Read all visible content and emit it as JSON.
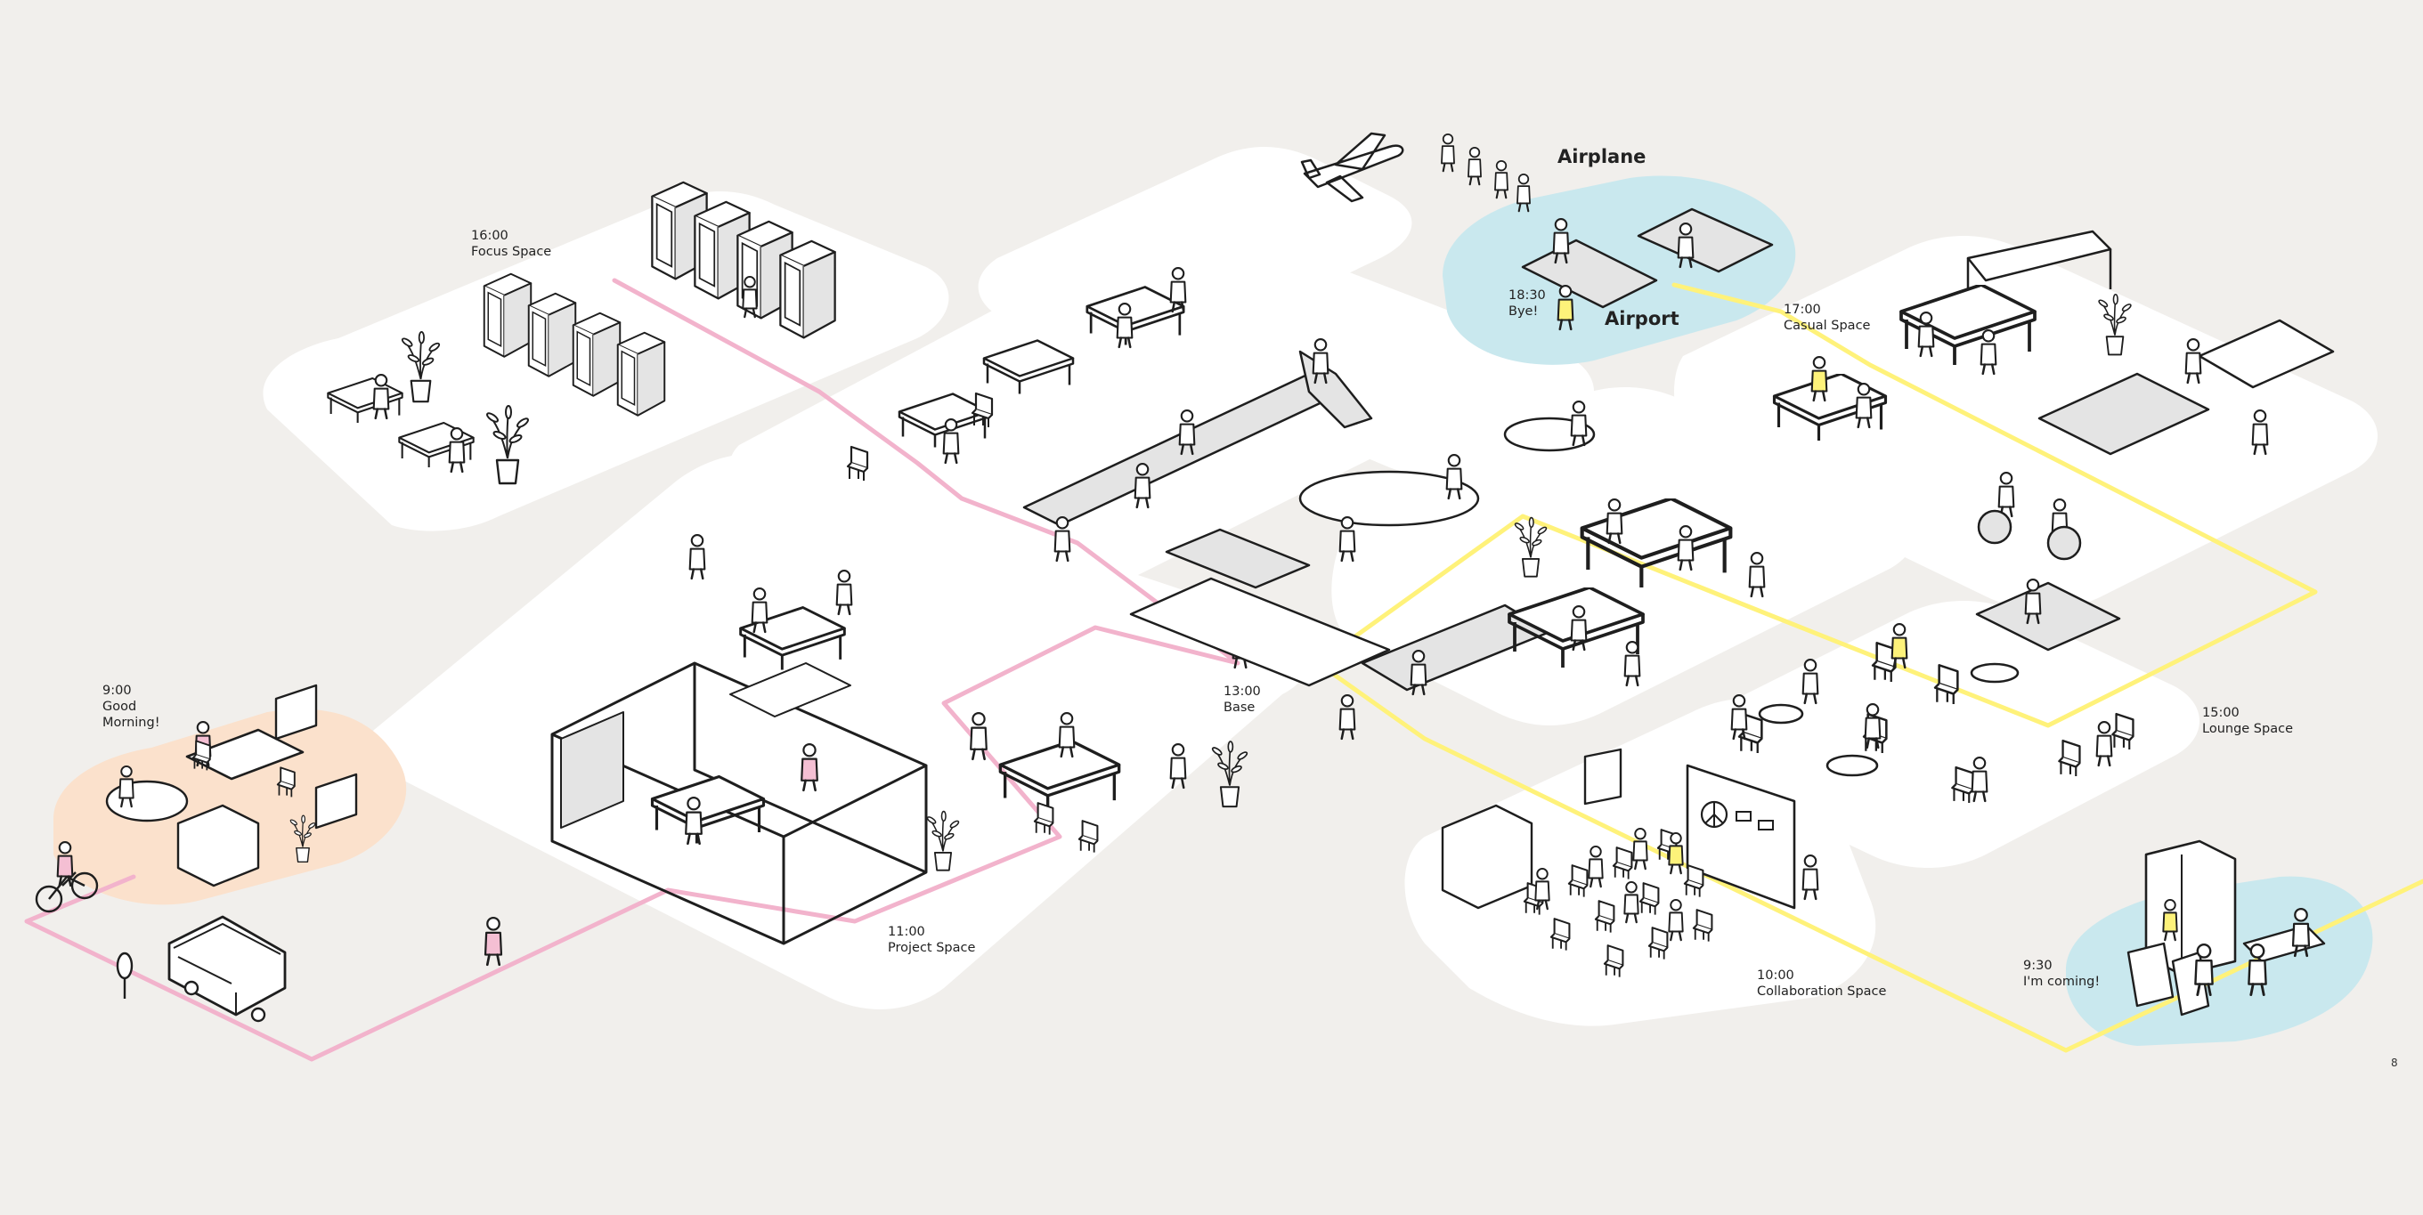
{
  "page": {
    "page_number": "8"
  },
  "colors": {
    "background": "#f1efec",
    "platform": "#ffffff",
    "pink_path": "#f2b3cc",
    "yellow_path": "#fff27a",
    "airport_zone": "#c9e8ee",
    "home_zone": "#fbe1cc",
    "line": "#1e1e1e",
    "person_yellow": "#fdf27a",
    "person_pink": "#f4bfd3",
    "furniture_fill": "#e4e4e4"
  },
  "labels": {
    "morning": {
      "time": "9:00",
      "lines": [
        "Good",
        "Morning!"
      ]
    },
    "project": {
      "time": "11:00",
      "name": "Project Space"
    },
    "focus": {
      "time": "16:00",
      "name": "Focus Space"
    },
    "base": {
      "time": "13:00",
      "name": "Base"
    },
    "bye": {
      "time": "18:30",
      "name": "Bye!"
    },
    "casual": {
      "time": "17:00",
      "name": "Casual Space"
    },
    "lounge": {
      "time": "15:00",
      "name": "Lounge Space"
    },
    "collab": {
      "time": "10:00",
      "name": "Collaboration Space"
    },
    "coming": {
      "time": "9:30",
      "name": "I'm coming!"
    }
  },
  "headings": {
    "airplane": "Airplane",
    "airport": "Airport"
  },
  "icons": [
    "airplane-icon",
    "bus-icon",
    "bicycle-icon",
    "bus-stop-sign-icon",
    "potted-plant-icon",
    "phone-booth-icon",
    "whiteboard-icon",
    "person-icon"
  ]
}
